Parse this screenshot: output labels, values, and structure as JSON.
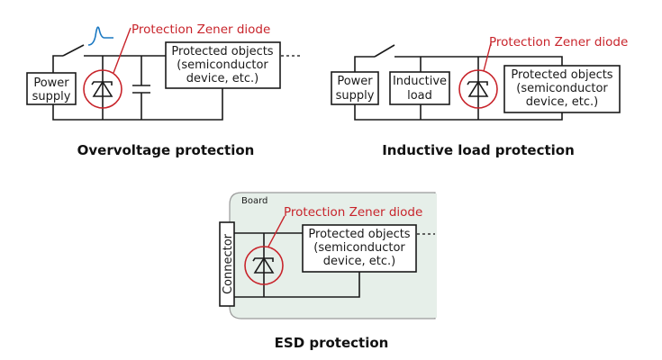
{
  "colors": {
    "zener_label": "#c8242b",
    "surge_waveform": "#1a78c2",
    "board_fill": "#e6efe9"
  },
  "overvoltage": {
    "caption": "Overvoltage protection",
    "zener_label": "Protection Zener diode",
    "power_supply": [
      "Power",
      "supply"
    ],
    "protected": [
      "Protected objects",
      "(semiconductor",
      "device, etc.)"
    ]
  },
  "inductive": {
    "caption": "Inductive load protection",
    "zener_label": "Protection Zener diode",
    "power_supply": [
      "Power",
      "supply"
    ],
    "load": [
      "Inductive",
      "load"
    ],
    "protected": [
      "Protected objects",
      "(semiconductor",
      "device, etc.)"
    ]
  },
  "esd": {
    "caption": "ESD protection",
    "board_label": "Board",
    "connector": "Connector",
    "zener_label": "Protection Zener diode",
    "protected": [
      "Protected objects",
      "(semiconductor",
      "device, etc.)"
    ]
  }
}
